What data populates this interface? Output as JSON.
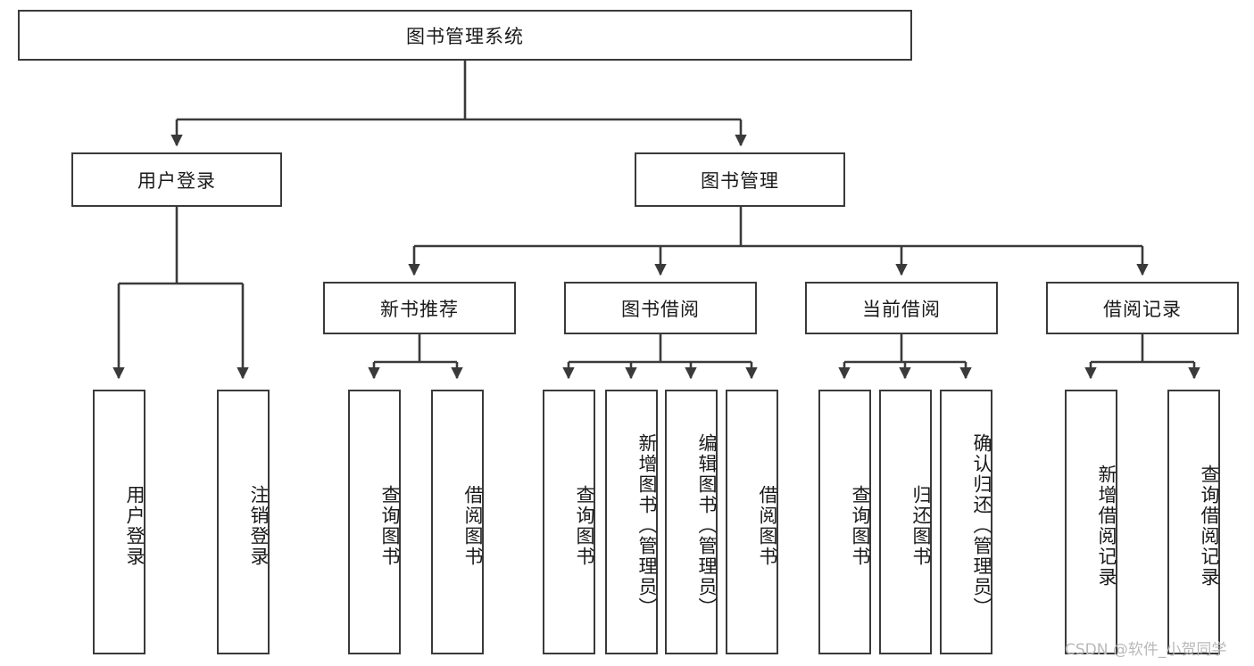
{
  "diagram": {
    "type": "hierarchy-tree",
    "title_node": {
      "label": "图书管理系统"
    },
    "level2": [
      {
        "label": "用户登录"
      },
      {
        "label": "图书管理"
      }
    ],
    "level3": [
      {
        "label": "新书推荐"
      },
      {
        "label": "图书借阅"
      },
      {
        "label": "当前借阅"
      },
      {
        "label": "借阅记录"
      }
    ],
    "leaves": [
      {
        "label": "用户登录"
      },
      {
        "label": "注销登录"
      },
      {
        "label": "查询图书"
      },
      {
        "label": "借阅图书"
      },
      {
        "label": "查询图书"
      },
      {
        "label": "新增图书（管理员）"
      },
      {
        "label": "编辑图书（管理员）"
      },
      {
        "label": "借阅图书"
      },
      {
        "label": "查询图书"
      },
      {
        "label": "归还图书"
      },
      {
        "label": "确认归还（管理员）"
      },
      {
        "label": "新增借阅记录"
      },
      {
        "label": "查询借阅记录"
      }
    ],
    "colors": {
      "stroke": "#3a3a3a",
      "fill": "#ffffff",
      "text": "#1a1a1a",
      "watermark": "#b9b9b9"
    }
  },
  "watermark": {
    "text": "CSDN @软件_小贺同学"
  }
}
